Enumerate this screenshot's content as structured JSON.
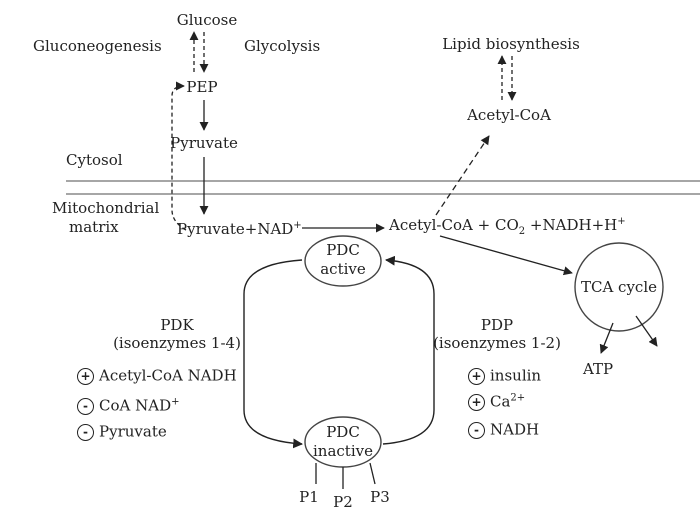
{
  "compartments": {
    "cytosol": "Cytosol",
    "mitochondrial_matrix": [
      "Mitochondrial",
      "matrix"
    ]
  },
  "pathways": {
    "gluconeogenesis": "Gluconeogenesis",
    "glycolysis": "Glycolysis",
    "lipid": "Lipid biosynthesis"
  },
  "metabolites": {
    "glucose": "Glucose",
    "pep": "PEP",
    "pyruvate_cyto": "Pyruvate",
    "acetyl_coa_cyto": "Acetyl-CoA",
    "pyruvate_mito": "Pyruvate",
    "plus1": "+",
    "nad": "NAD",
    "nad_sup": "+",
    "acetyl_coa_mito": "Acetyl-CoA",
    "plus2": "+",
    "co2": "CO",
    "co2_sub": "2",
    "plus3": "+",
    "nadh": "NADH",
    "plus4": "+",
    "h": "H",
    "h_sup": "+",
    "tca": "TCA cycle",
    "atp": "ATP"
  },
  "complex": {
    "active": [
      "PDC",
      "active"
    ],
    "inactive": [
      "PDC",
      "inactive"
    ],
    "sites": [
      "P1",
      "P2",
      "P3"
    ]
  },
  "enzymes": {
    "pdk": [
      "PDK",
      "(isoenzymes 1-4)"
    ],
    "pdp": [
      "PDP",
      "(isoenzymes 1-2)"
    ]
  },
  "pdk_regulators": [
    {
      "sign": "+",
      "label": "Acetyl-CoA NADH",
      "sup": ""
    },
    {
      "sign": "-",
      "label": "CoA NAD",
      "sup": "+"
    },
    {
      "sign": "-",
      "label": "Pyruvate",
      "sup": ""
    }
  ],
  "pdp_regulators": [
    {
      "sign": "+",
      "label": "insulin",
      "sup": ""
    },
    {
      "sign": "+",
      "label": "Ca",
      "sup": "2+"
    },
    {
      "sign": "-",
      "label": "NADH",
      "sup": ""
    }
  ]
}
